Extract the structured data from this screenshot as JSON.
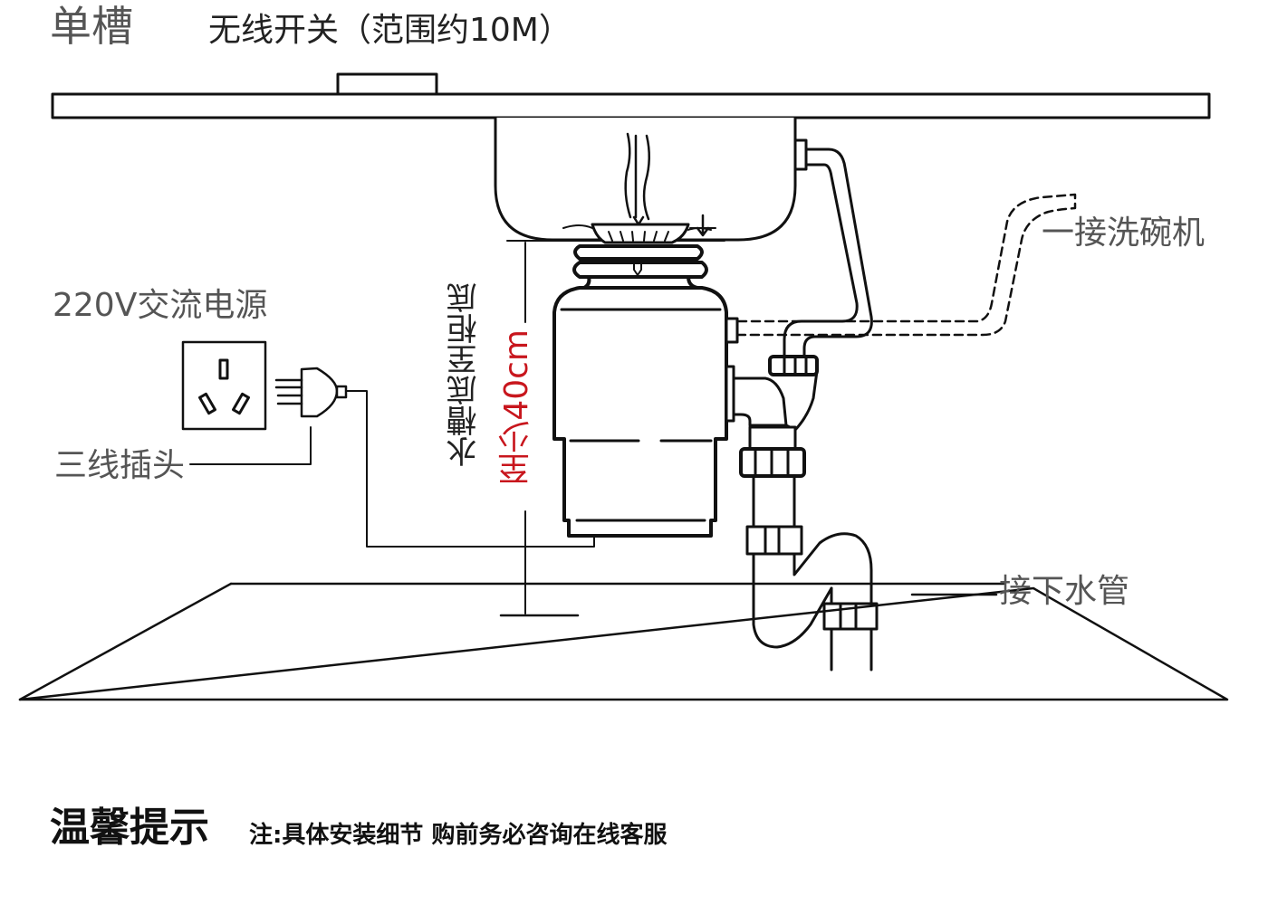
{
  "labels": {
    "sink_type": "单槽",
    "wireless_switch": "无线开关（范围约10M）",
    "power_source": "220V交流电源",
    "three_wire_plug": "三线插头",
    "dishwasher_connection": "一接洗碗机",
    "drain_connection": "接下水管",
    "height_requirement_line1": "水槽底至柜底",
    "height_requirement_line2": "至少40cm"
  },
  "tip": {
    "title": "温馨提示",
    "text": "注:具体安装细节 购前务必咨询在线客服"
  },
  "colors": {
    "line": "#111111",
    "label_gray": "#555555",
    "highlight_red": "#c8161d"
  },
  "icons": [
    "wireless-switch-icon",
    "sink-basin-icon",
    "water-stream-icon",
    "outlet-icon",
    "plug-icon",
    "disposer-icon",
    "p-trap-icon",
    "dishwasher-hose-icon"
  ]
}
